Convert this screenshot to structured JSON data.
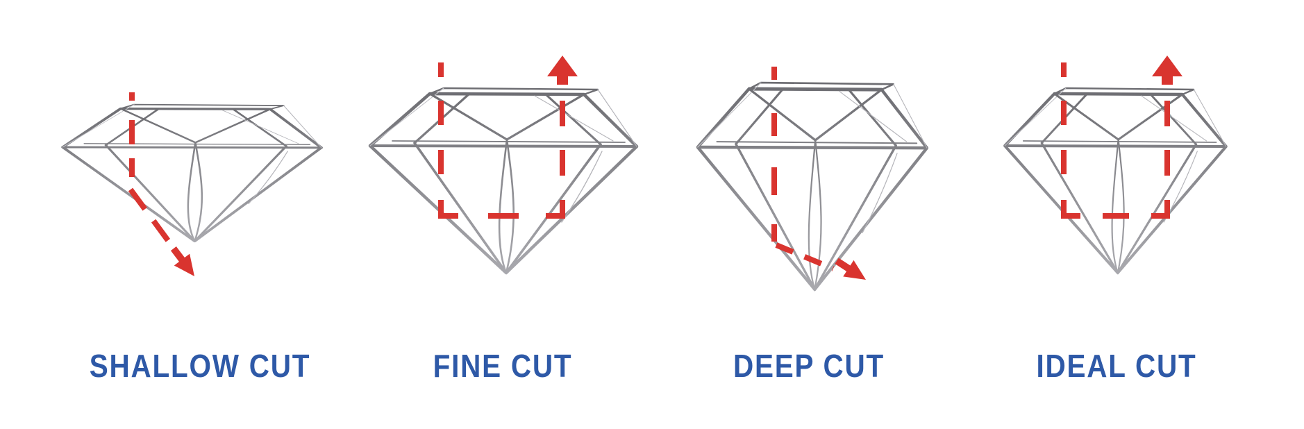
{
  "panels": [
    {
      "label": "SHALLOW CUT",
      "light_path_arrow": "down-right"
    },
    {
      "label": "FINE CUT",
      "light_path_arrow": "up"
    },
    {
      "label": "DEEP CUT",
      "light_path_arrow": "down-right"
    },
    {
      "label": "IDEAL CUT",
      "light_path_arrow": "up"
    }
  ],
  "colors": {
    "background": "#ffffff",
    "label_text": "#2e59a7",
    "light_path_red": "#d9342f",
    "wireframe_gray_dark": "#6b6b70",
    "wireframe_gray_light": "#aaaaaf"
  }
}
